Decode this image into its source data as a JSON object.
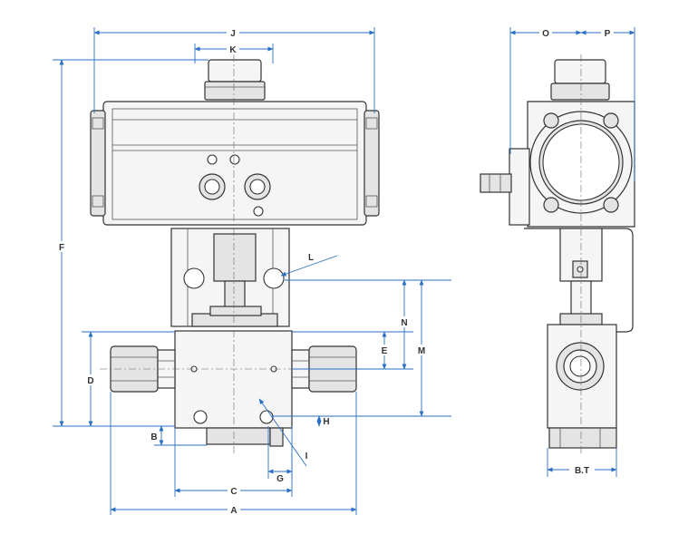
{
  "dimension_labels": {
    "J": "J",
    "K": "K",
    "F": "F",
    "L": "L",
    "N": "N",
    "M": "M",
    "E": "E",
    "D": "D",
    "H": "H",
    "B": "B",
    "I": "I",
    "G": "G",
    "C": "C",
    "A": "A",
    "O": "O",
    "P": "P",
    "BT": "B.T"
  },
  "colors": {
    "dimension_line": "#2a6fc4",
    "outline": "#333333",
    "label": "#333333"
  }
}
